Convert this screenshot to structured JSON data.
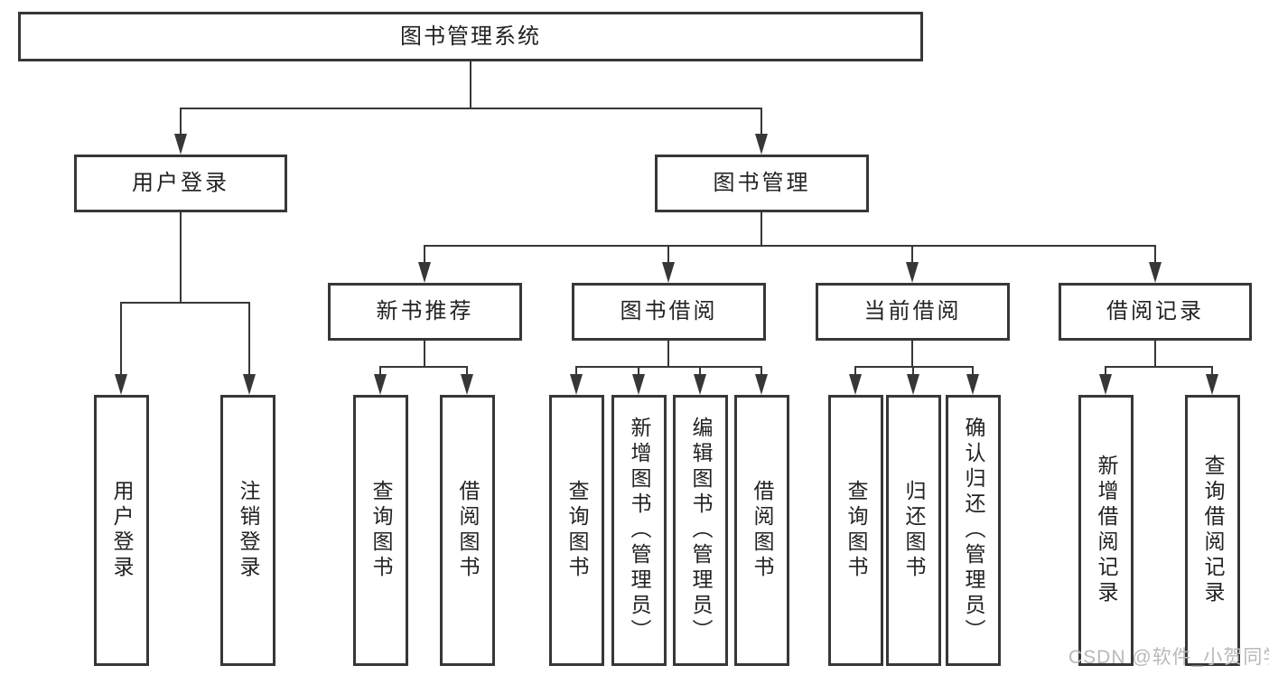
{
  "diagram_type": "hierarchy-tree",
  "tree": {
    "label": "图书管理系统",
    "children": [
      {
        "label": "用户登录",
        "children": [
          {
            "label": "用户登录"
          },
          {
            "label": "注销登录"
          }
        ]
      },
      {
        "label": "图书管理",
        "children": [
          {
            "label": "新书推荐",
            "children": [
              {
                "label": "查询图书"
              },
              {
                "label": "借阅图书"
              }
            ]
          },
          {
            "label": "图书借阅",
            "children": [
              {
                "label": "查询图书"
              },
              {
                "label": "新增图书（管理员）"
              },
              {
                "label": "编辑图书（管理员）"
              },
              {
                "label": "借阅图书"
              }
            ]
          },
          {
            "label": "当前借阅",
            "children": [
              {
                "label": "查询图书"
              },
              {
                "label": "归还图书"
              },
              {
                "label": "确认归还（管理员）"
              }
            ]
          },
          {
            "label": "借阅记录",
            "children": [
              {
                "label": "新增借阅记录"
              },
              {
                "label": "查询借阅记录"
              }
            ]
          }
        ]
      }
    ]
  },
  "watermark": {
    "text": "CSDN @软件_小贺同学"
  },
  "colors": {
    "line": "#373737",
    "box_border": "#373737",
    "box_fill": "#ffffff",
    "text": "#222222",
    "watermark": "#b9b9b9",
    "background": "#ffffff"
  }
}
